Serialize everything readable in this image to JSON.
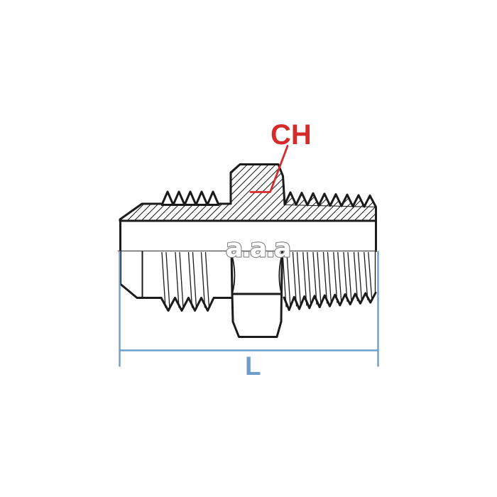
{
  "diagram": {
    "watermark": "a.a.a",
    "labels": {
      "hex": "CH",
      "length": "L"
    }
  },
  "colors": {
    "ink": "#1b1b1b",
    "centerline": "#4a4a4a",
    "red": "#d62b2b",
    "blue": "#6f9dca",
    "wm-outline": "#8a8a8a",
    "bg": "#ffffff"
  }
}
